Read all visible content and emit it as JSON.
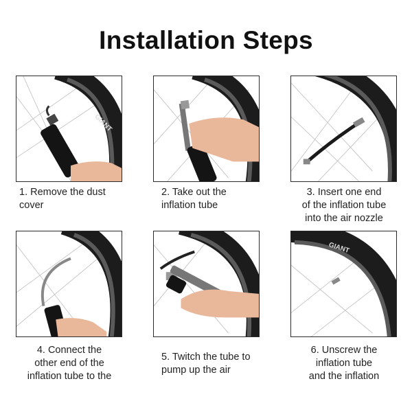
{
  "title": "Installation Steps",
  "brand": "GIANT",
  "steps": [
    {
      "lines": [
        "1. Remove the dust",
        "cover"
      ]
    },
    {
      "lines": [
        "2. Take out the",
        "inflation tube"
      ]
    },
    {
      "lines": [
        "3. Insert one end",
        "of the inflation tube",
        "into the air nozzle"
      ]
    },
    {
      "lines": [
        "4. Connect the",
        "other end of the",
        "inflation tube to the"
      ]
    },
    {
      "lines": [
        "5. Twitch the tube to",
        "pump up the air"
      ]
    },
    {
      "lines": [
        "6. Unscrew the",
        "inflation tube",
        "and the inflation"
      ]
    }
  ],
  "colors": {
    "tire": "#1c1c1c",
    "rim": "#3a3a3a",
    "skin": "#e9b79a",
    "pump": "#141414"
  }
}
